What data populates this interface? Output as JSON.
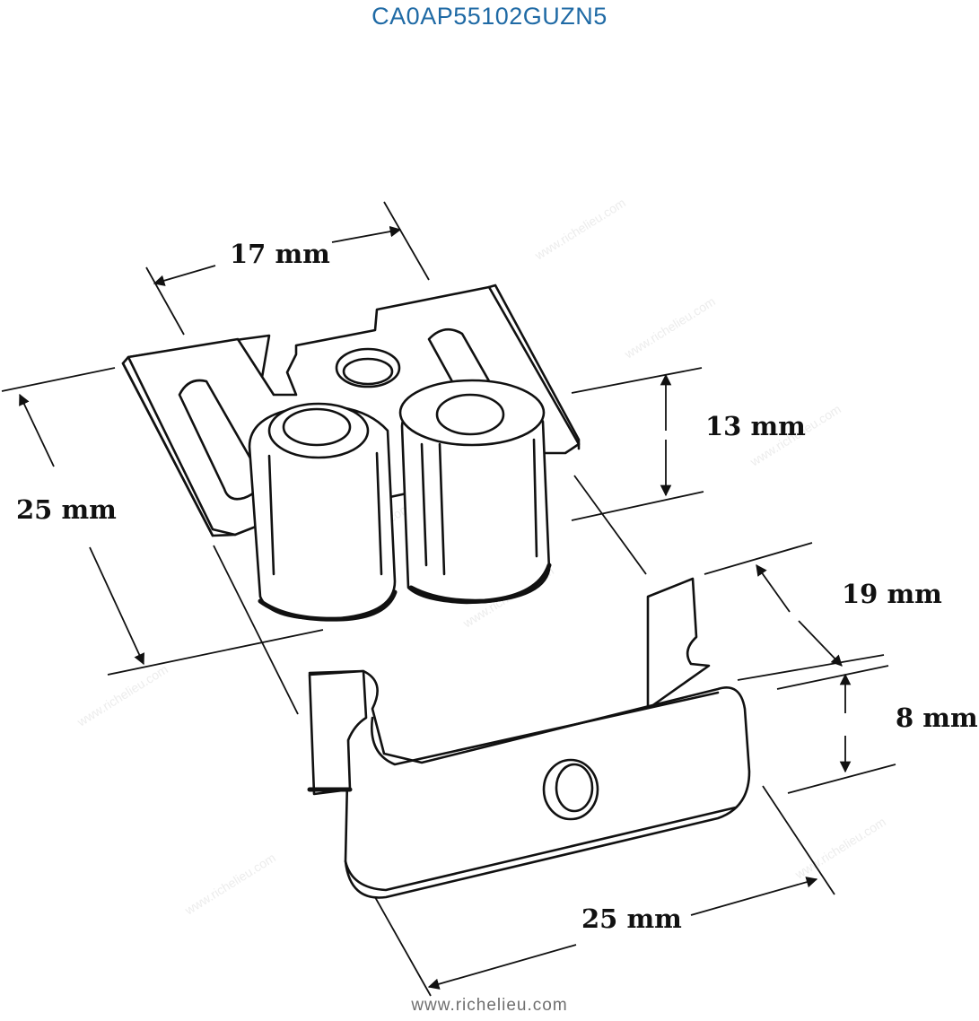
{
  "product_code": "CA0AP55102GUZN5",
  "website": "www.richelieu.com",
  "watermark_text": "www.richelieu.com",
  "colors": {
    "code_blue": "#1f6aa5",
    "ink": "#111111",
    "footer_gray": "#6f6f6f",
    "watermark": "#ececec"
  },
  "dimensions": {
    "top_width": "17 mm",
    "plate_length": "25 mm",
    "roller_height": "13 mm",
    "strike_depth": "19 mm",
    "strike_height": "8 mm",
    "strike_width": "25 mm"
  }
}
